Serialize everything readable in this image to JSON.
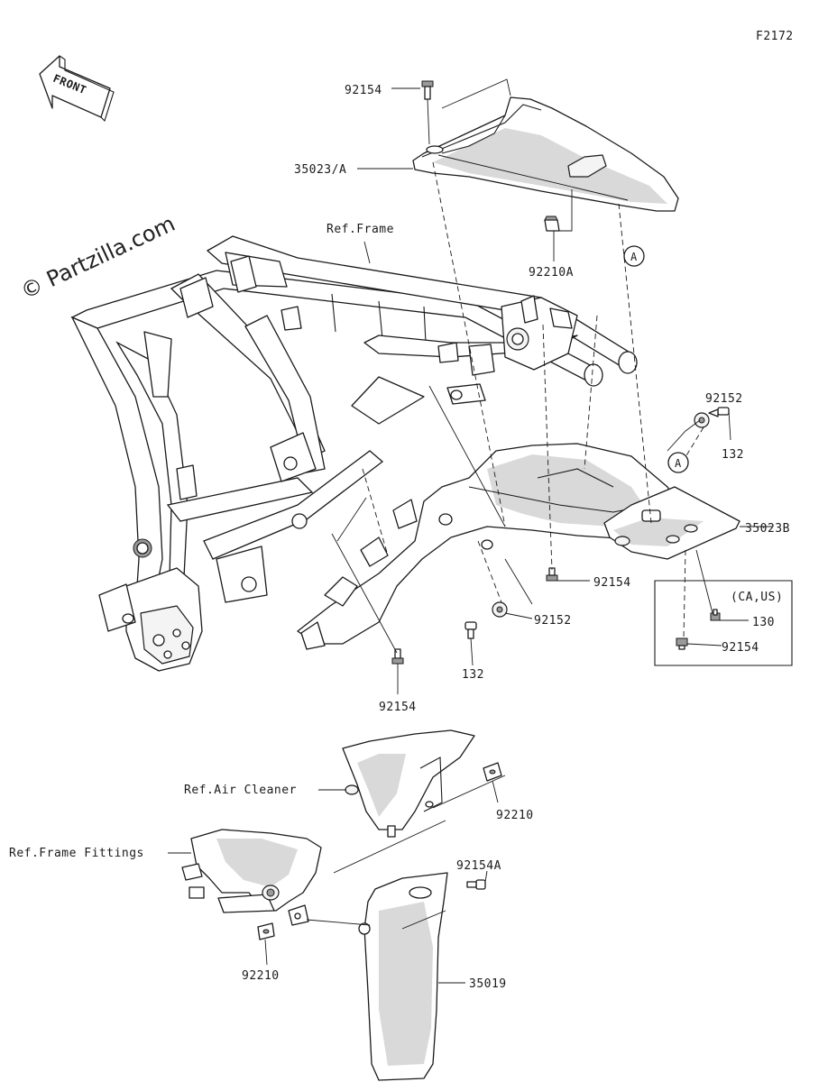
{
  "diagram_code": "F2172",
  "watermark": "© Partzilla.com",
  "direction_label": "FRONT",
  "reference_labels": {
    "frame": "Ref.Frame",
    "air_cleaner": "Ref.Air Cleaner",
    "frame_fittings": "Ref.Frame Fittings"
  },
  "region_note": "(CA,US)",
  "callouts": {
    "view_a_top": "A",
    "view_a_right": "A"
  },
  "part_labels": {
    "bolt_top": "92154",
    "cover_upper": "35023/A",
    "clip_upper": "92210A",
    "collar_right": "92152",
    "bolt_right": "132",
    "cover_lower": "35023B",
    "bolt_mid": "92154",
    "collar_mid": "92152",
    "bolt_mid_lower": "132",
    "bolt_bottom": "92154",
    "screw_ca_us": "130",
    "bolt_ca_us": "92154",
    "nut_air_cleaner": "92210",
    "bolt_plate": "92154A",
    "cover_side": "35019",
    "nut_fittings": "92210"
  }
}
